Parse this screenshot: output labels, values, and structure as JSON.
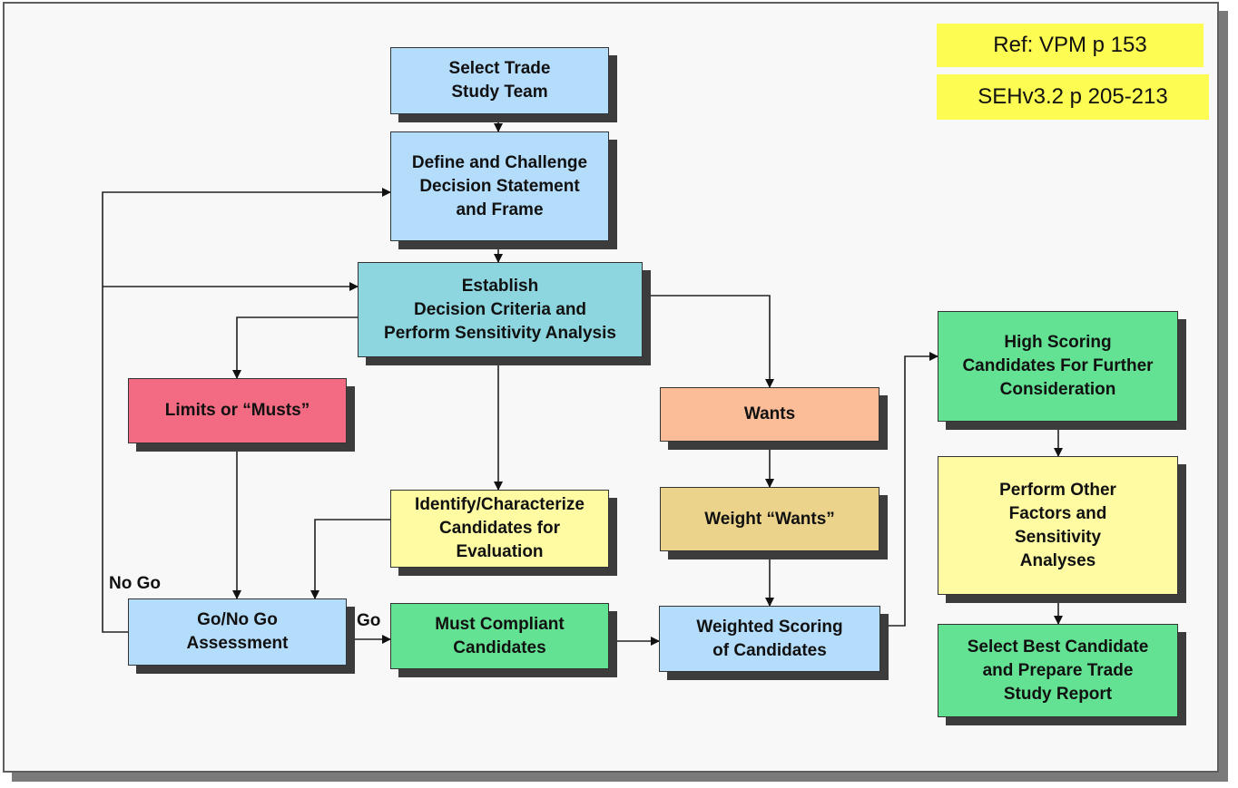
{
  "references": [
    "Ref: VPM p 153",
    "SEHv3.2 p 205-213"
  ],
  "colors": {
    "light_blue": "#b4dcfb",
    "teal": "#8dd6df",
    "red": "#f26b82",
    "salmon": "#fbbc98",
    "tan": "#ecd38c",
    "light_yellow": "#fefba2",
    "green": "#64e294",
    "ref_yellow": "#fdfc52"
  },
  "nodes": {
    "select_team": "Select Trade\nStudy Team",
    "define_decision": "Define and Challenge\nDecision Statement\nand Frame",
    "establish_criteria": "Establish\nDecision Criteria and\nPerform Sensitivity Analysis",
    "limits_musts": "Limits or “Musts”",
    "wants": "Wants",
    "identify_candidates": "Identify/Characterize\nCandidates for\nEvaluation",
    "weight_wants": "Weight “Wants”",
    "go_no_go": "Go/No Go\nAssessment",
    "must_compliant": "Must Compliant\nCandidates",
    "weighted_scoring": "Weighted Scoring\nof Candidates",
    "high_scoring": "High Scoring\nCandidates For Further\nConsideration",
    "other_factors": "Perform Other\nFactors and\nSensitivity\nAnalyses",
    "select_best": "Select Best Candidate\nand Prepare Trade\nStudy Report"
  },
  "edge_labels": {
    "no_go": "No Go",
    "go": "Go"
  }
}
